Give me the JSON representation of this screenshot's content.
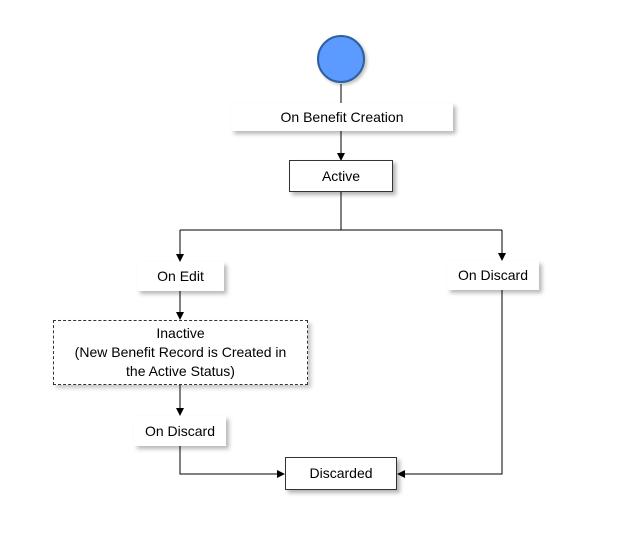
{
  "colors": {
    "start_fill": "#5b9bff",
    "start_stroke": "#2f5f9e",
    "line": "#000000"
  },
  "diagram": {
    "start_node_icon": "filled-circle",
    "nodes": {
      "on_benefit_creation": "On Benefit Creation",
      "active": "Active",
      "on_edit": "On Edit",
      "on_discard_right": "On Discard",
      "inactive_line1": "Inactive",
      "inactive_line2": "(New Benefit Record is Created in",
      "inactive_line3": "the Active Status)",
      "on_discard_left": "On Discard",
      "discarded": "Discarded"
    }
  }
}
